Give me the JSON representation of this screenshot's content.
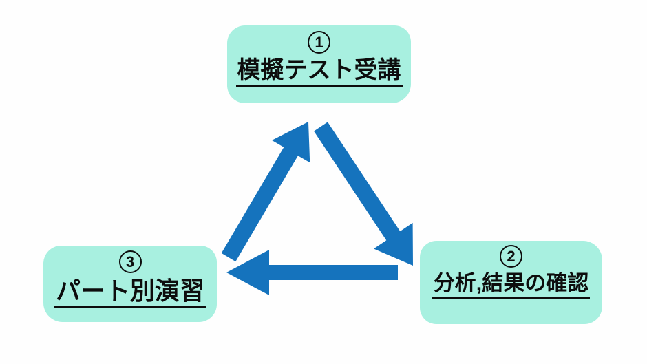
{
  "colors": {
    "background": "#fefefe",
    "box_fill": "#a8f0e0",
    "arrow": "#1573bd",
    "text": "#0d0d0d"
  },
  "diagram": {
    "type": "cycle",
    "steps": [
      {
        "number": "1",
        "circled_glyph": "①",
        "label": "模擬テスト受講",
        "position": "top"
      },
      {
        "number": "2",
        "circled_glyph": "②",
        "label": "分析,結果の確認",
        "position": "bottom-right"
      },
      {
        "number": "3",
        "circled_glyph": "③",
        "label": "パート別演習",
        "position": "bottom-left"
      }
    ],
    "arrows": [
      {
        "from_step": "1",
        "to_step": "2",
        "direction": "down-right"
      },
      {
        "from_step": "2",
        "to_step": "3",
        "direction": "left"
      },
      {
        "from_step": "3",
        "to_step": "1",
        "direction": "up-right"
      }
    ]
  }
}
